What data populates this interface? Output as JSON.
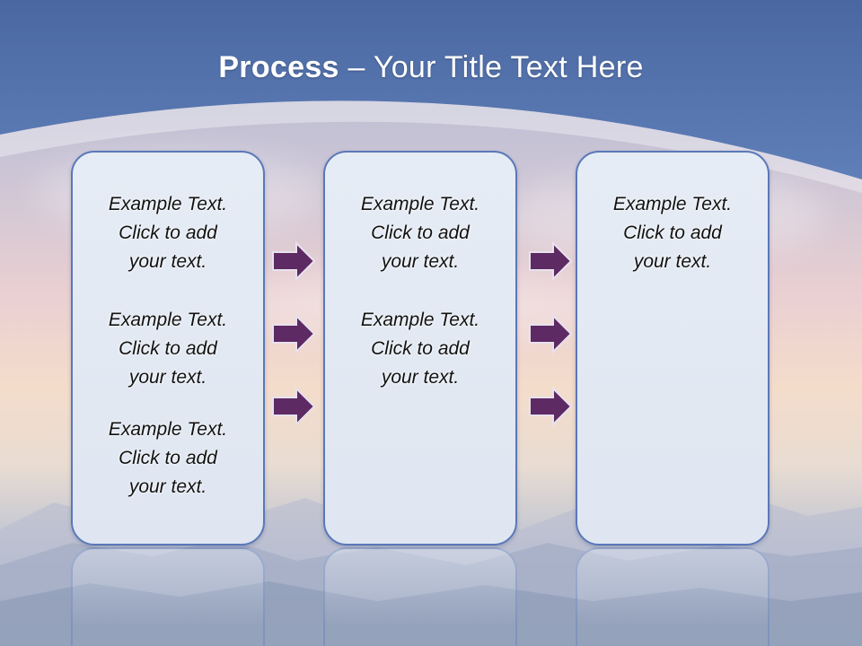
{
  "slide": {
    "title_bold": "Process",
    "title_rest": " – Your Title Text Here"
  },
  "panels": [
    {
      "blocks": [
        {
          "l1": "Example Text.",
          "l2": "Click  to add",
          "l3": "your text."
        },
        {
          "l1": "Example Text.",
          "l2": "Click  to add",
          "l3": "your text."
        },
        {
          "l1": "Example Text.",
          "l2": "Click  to add",
          "l3": "your text."
        }
      ]
    },
    {
      "blocks": [
        {
          "l1": "Example Text.",
          "l2": "Click  to add",
          "l3": "your text."
        },
        {
          "l1": "Example Text.",
          "l2": "Click  to add",
          "l3": "your text."
        }
      ]
    },
    {
      "blocks": [
        {
          "l1": "Example Text.",
          "l2": "Click  to add",
          "l3": "your text."
        }
      ]
    }
  ],
  "colors": {
    "header_blue": "#5574ad",
    "panel_border": "#5a78b8",
    "arrow_fill": "#5e2a63",
    "arrow_stroke": "#e8e2ee"
  },
  "icons": {
    "arrow": "right-arrow-icon"
  }
}
